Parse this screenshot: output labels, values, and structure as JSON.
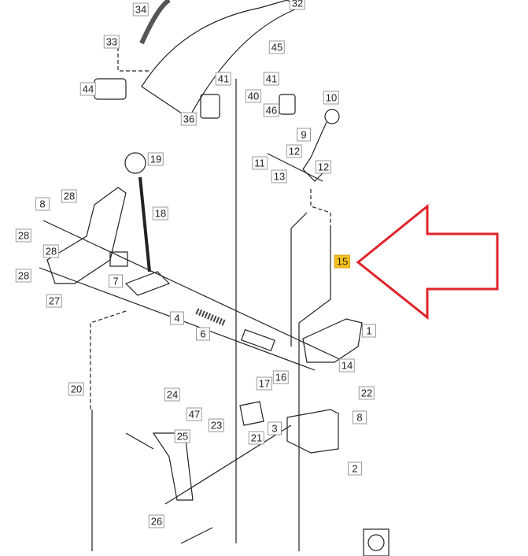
{
  "diagram": {
    "callouts": [
      "34",
      "32",
      "33",
      "45",
      "44",
      "41",
      "41",
      "40",
      "36",
      "46",
      "10",
      "9",
      "11",
      "12",
      "13",
      "12",
      "19",
      "28",
      "8",
      "18",
      "28",
      "28",
      "28",
      "7",
      "27",
      "15",
      "4",
      "6",
      "1",
      "14",
      "16",
      "17",
      "22",
      "24",
      "8",
      "47",
      "23",
      "20",
      "3",
      "21",
      "25",
      "2",
      "26"
    ],
    "highlighted_callout": "15",
    "highlight_color": "#f9c21c",
    "arrow_color": "#e0232a"
  }
}
